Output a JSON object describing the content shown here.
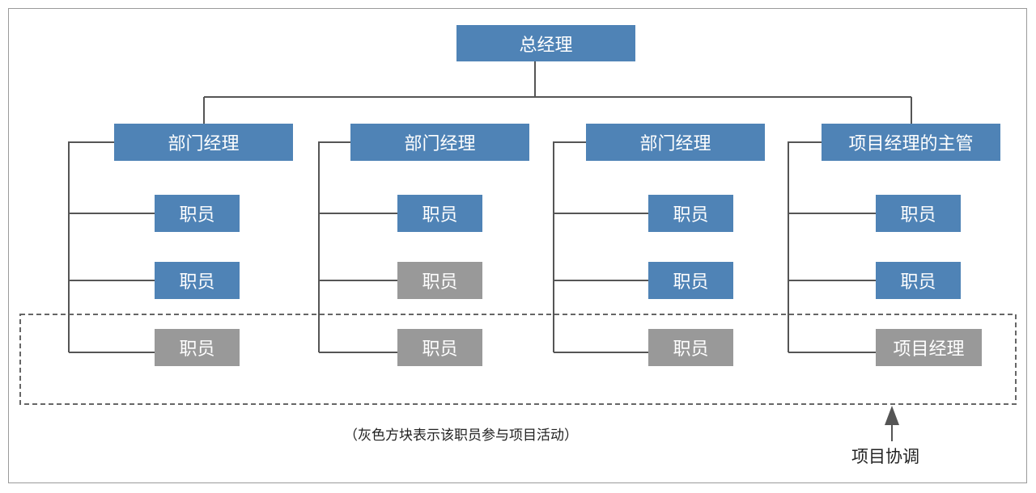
{
  "top": {
    "label": "总经理"
  },
  "managers": [
    {
      "label": "部门经理",
      "staff": [
        {
          "label": "职员",
          "status": "blue"
        },
        {
          "label": "职员",
          "status": "blue"
        },
        {
          "label": "职员",
          "status": "gray"
        }
      ]
    },
    {
      "label": "部门经理",
      "staff": [
        {
          "label": "职员",
          "status": "blue"
        },
        {
          "label": "职员",
          "status": "gray"
        },
        {
          "label": "职员",
          "status": "gray"
        }
      ]
    },
    {
      "label": "部门经理",
      "staff": [
        {
          "label": "职员",
          "status": "blue"
        },
        {
          "label": "职员",
          "status": "blue"
        },
        {
          "label": "职员",
          "status": "gray"
        }
      ]
    },
    {
      "label": "项目经理的主管",
      "staff": [
        {
          "label": "职员",
          "status": "blue"
        },
        {
          "label": "职员",
          "status": "blue"
        },
        {
          "label": "项目经理",
          "status": "gray"
        }
      ]
    }
  ],
  "legend_note": "（灰色方块表示该职员参与项目活动）",
  "coordination_label": "项目协调",
  "colors": {
    "blue": "#4f83b6",
    "gray": "#999999",
    "line": "#555555",
    "dash": "#666666"
  }
}
